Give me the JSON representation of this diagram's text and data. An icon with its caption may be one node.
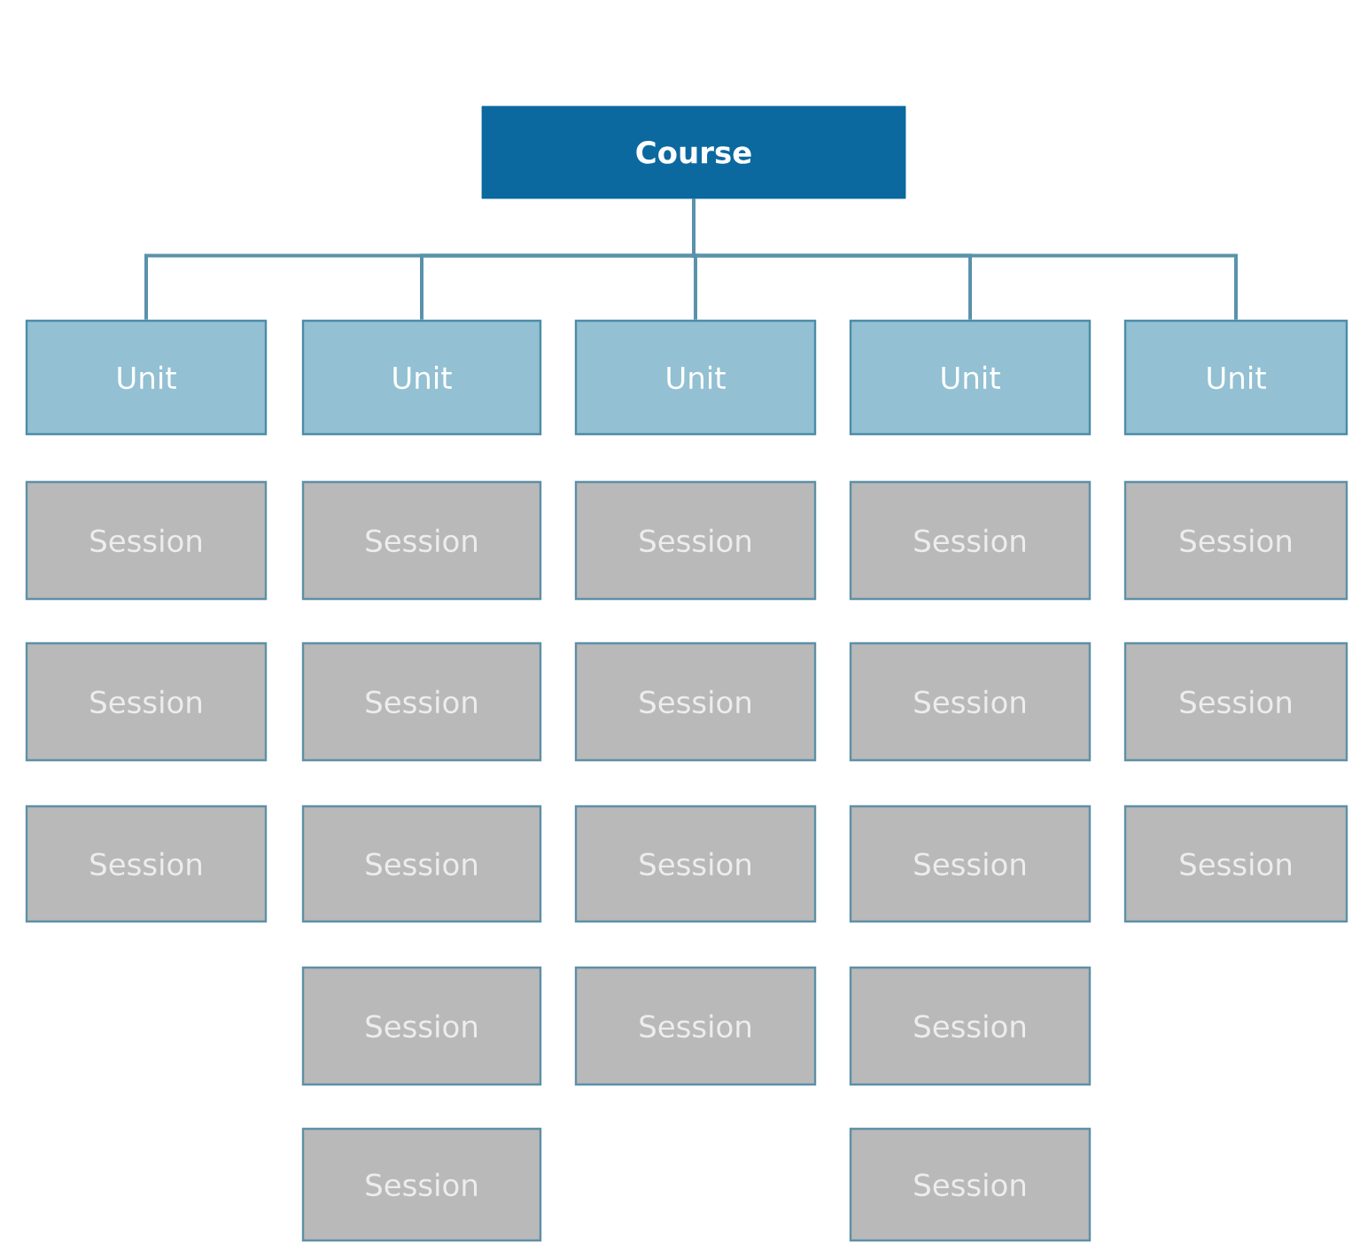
{
  "diagram": {
    "nodes": [
      {
        "text": [
          "Course"
        ]
      },
      {
        "text": [
          "Unit"
        ]
      },
      {
        "text": [
          "Unit"
        ]
      },
      {
        "text": [
          "Unit"
        ]
      },
      {
        "text": [
          "Unit"
        ]
      },
      {
        "text": [
          "Unit"
        ]
      },
      {
        "text": [
          "Session"
        ]
      },
      {
        "text": [
          "Session"
        ]
      },
      {
        "text": [
          "Session"
        ]
      },
      {
        "text": [
          "Session"
        ]
      },
      {
        "text": [
          "Session"
        ]
      },
      {
        "text": [
          "Session"
        ]
      },
      {
        "text": [
          "Session"
        ]
      },
      {
        "text": [
          "Session"
        ]
      },
      {
        "text": [
          "Session"
        ]
      },
      {
        "text": [
          "Session"
        ]
      },
      {
        "text": [
          "Session"
        ]
      },
      {
        "text": [
          "Session"
        ]
      },
      {
        "text": [
          "Session"
        ]
      },
      {
        "text": [
          "Session"
        ]
      },
      {
        "text": [
          "Session"
        ]
      },
      {
        "text": [
          "Session"
        ]
      },
      {
        "text": [
          "Session"
        ]
      },
      {
        "text": [
          "Session"
        ]
      },
      {
        "text": [
          "Session"
        ]
      },
      {
        "text": [
          "Session"
        ]
      }
    ],
    "edges": [
      {
        "from": 0,
        "to": 1,
        "arrow": "none"
      },
      {
        "from": 0,
        "to": 2,
        "arrow": "none"
      },
      {
        "from": 0,
        "to": 3,
        "arrow": "none"
      },
      {
        "from": 0,
        "to": 4,
        "arrow": "none"
      },
      {
        "from": 0,
        "to": 5,
        "arrow": "none"
      }
    ]
  }
}
